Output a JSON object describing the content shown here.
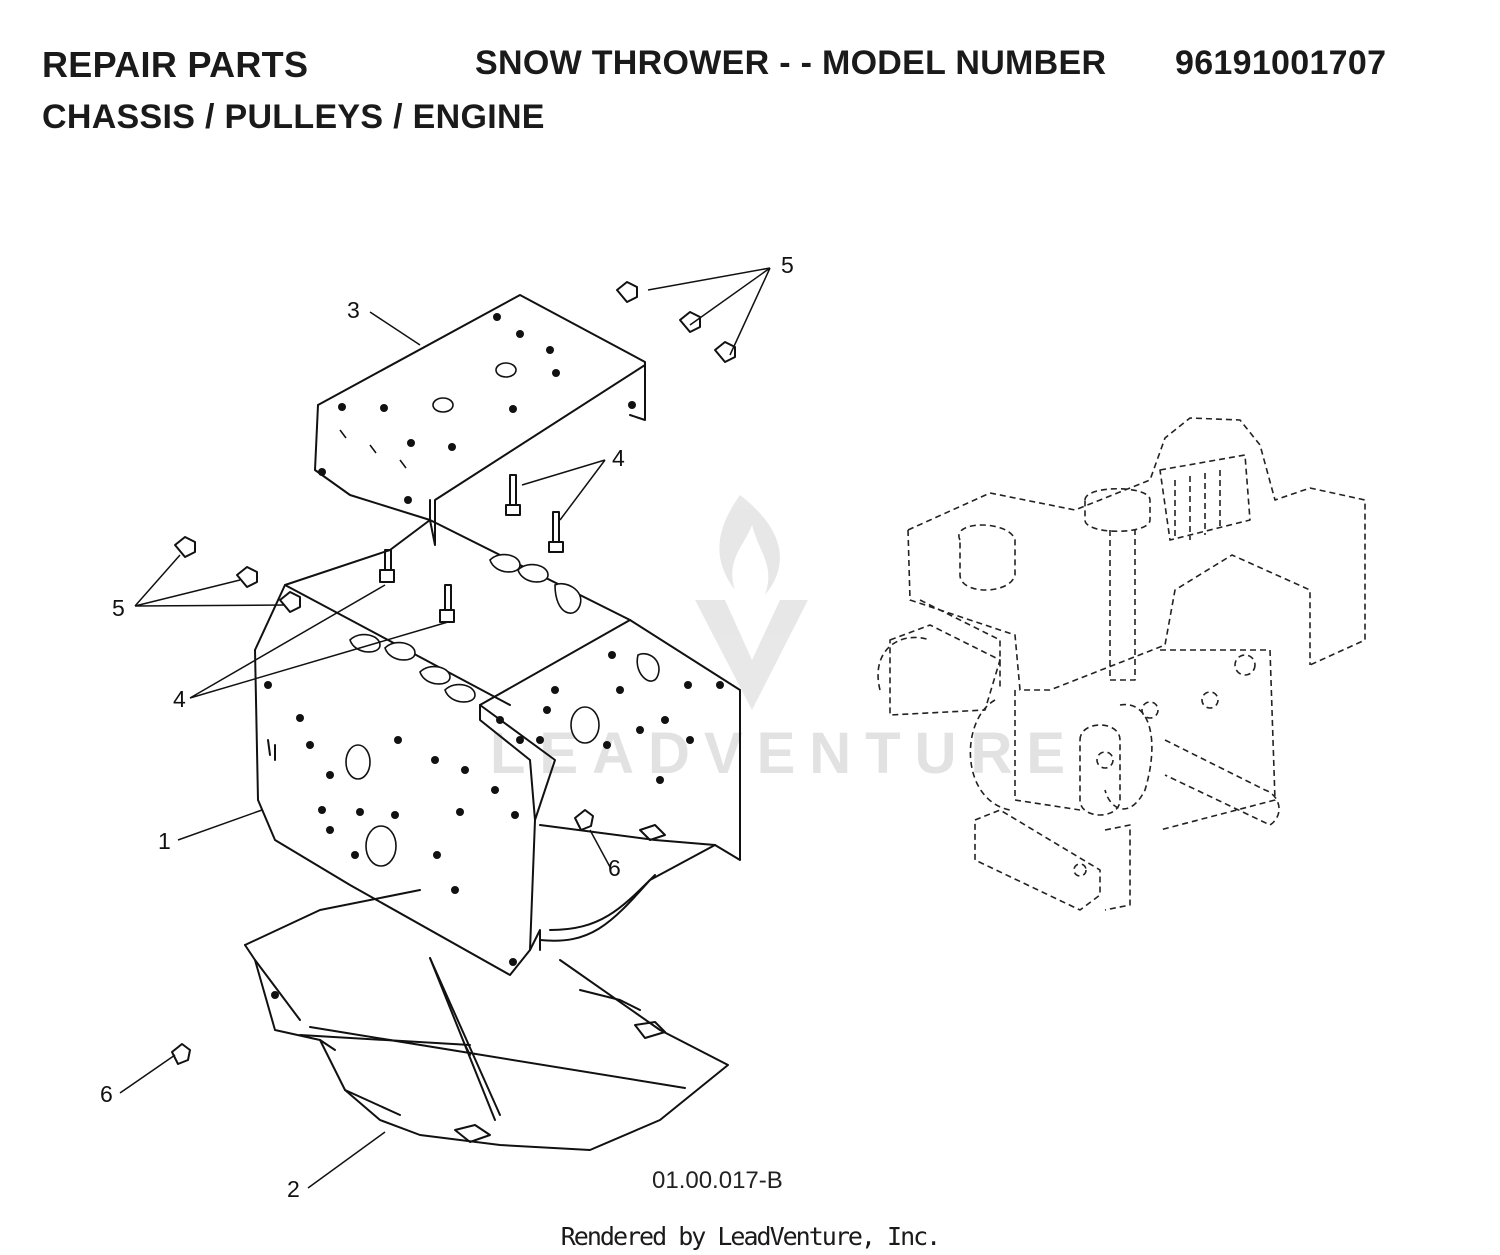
{
  "header": {
    "section": "REPAIR PARTS",
    "product": "SNOW THROWER - - MODEL NUMBER",
    "model_number": "96191001707",
    "subtitle": "CHASSIS / PULLEYS / ENGINE"
  },
  "callouts": [
    "1",
    "2",
    "3",
    "4",
    "4",
    "5",
    "5",
    "6",
    "6"
  ],
  "drawing_number": "01.00.017-B",
  "footer": "Rendered by LeadVenture, Inc.",
  "watermark": "LEADVENTURE"
}
